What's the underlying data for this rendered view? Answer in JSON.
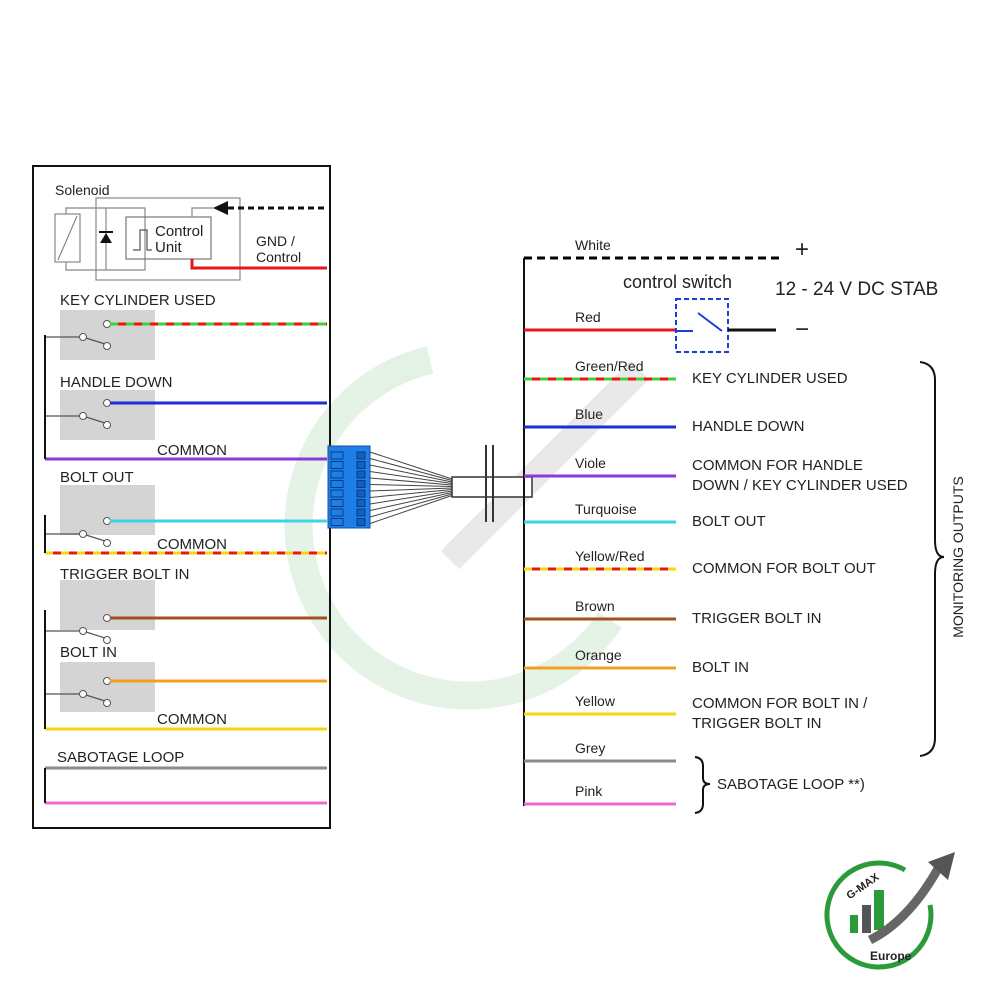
{
  "left_panel": {
    "solenoid_label": "Solenoid",
    "control_unit_line1": "Control",
    "control_unit_line2": "Unit",
    "gnd_line1": "GND /",
    "gnd_line2": "Control",
    "key_cylinder": "KEY CYLINDER USED",
    "handle_down": "HANDLE DOWN",
    "common1": "COMMON",
    "bolt_out": "BOLT OUT",
    "common2": "COMMON",
    "trigger_bolt_in": "TRIGGER BOLT IN",
    "bolt_in": "BOLT IN",
    "common3": "COMMON",
    "sabotage_loop": "SABOTAGE LOOP"
  },
  "power": {
    "plus": "+",
    "minus": "−",
    "voltage": "12 - 24 V DC STAB",
    "control_switch": "control switch",
    "switch_color": "#1a3fd6"
  },
  "wires": [
    {
      "name": "White",
      "color": "#000000",
      "dashed": true,
      "stripe": null,
      "description": []
    },
    {
      "name": "Red",
      "color": "#e8141b",
      "stripe": null,
      "description": []
    },
    {
      "name": "Green/Red",
      "color": "#e8141b",
      "stripe": "#3fd13a",
      "description": [
        "KEY CYLINDER USED"
      ]
    },
    {
      "name": "Blue",
      "color": "#1a2fd6",
      "stripe": null,
      "description": [
        "HANDLE DOWN"
      ]
    },
    {
      "name": "Viole",
      "color": "#8a3ad6",
      "stripe": null,
      "description": [
        "COMMON FOR HANDLE",
        "DOWN / KEY CYLINDER USED"
      ]
    },
    {
      "name": "Turquoise",
      "color": "#3ed1e8",
      "stripe": null,
      "description": [
        "BOLT OUT"
      ]
    },
    {
      "name": "Yellow/Red",
      "color": "#e8141b",
      "stripe": "#f5d90a",
      "description": [
        "COMMON FOR BOLT OUT"
      ]
    },
    {
      "name": "Brown",
      "color": "#a0521e",
      "stripe": null,
      "description": [
        "TRIGGER BOLT IN"
      ]
    },
    {
      "name": "Orange",
      "color": "#f0a020",
      "stripe": null,
      "description": [
        "BOLT IN"
      ]
    },
    {
      "name": "Yellow",
      "color": "#f7d511",
      "stripe": null,
      "description": [
        "COMMON FOR BOLT IN /",
        "TRIGGER BOLT IN"
      ]
    },
    {
      "name": "Grey",
      "color": "#8a8a8a",
      "stripe": null,
      "description": []
    },
    {
      "name": "Pink",
      "color": "#ee6ad2",
      "stripe": null,
      "description": []
    }
  ],
  "monitoring_outputs": "MONITORING OUTPUTS",
  "sabotage_loop_right": "SABOTAGE LOOP **)",
  "logo": {
    "text1": "G-MAX",
    "text2": "Europe",
    "color": "#2a9a3a"
  }
}
